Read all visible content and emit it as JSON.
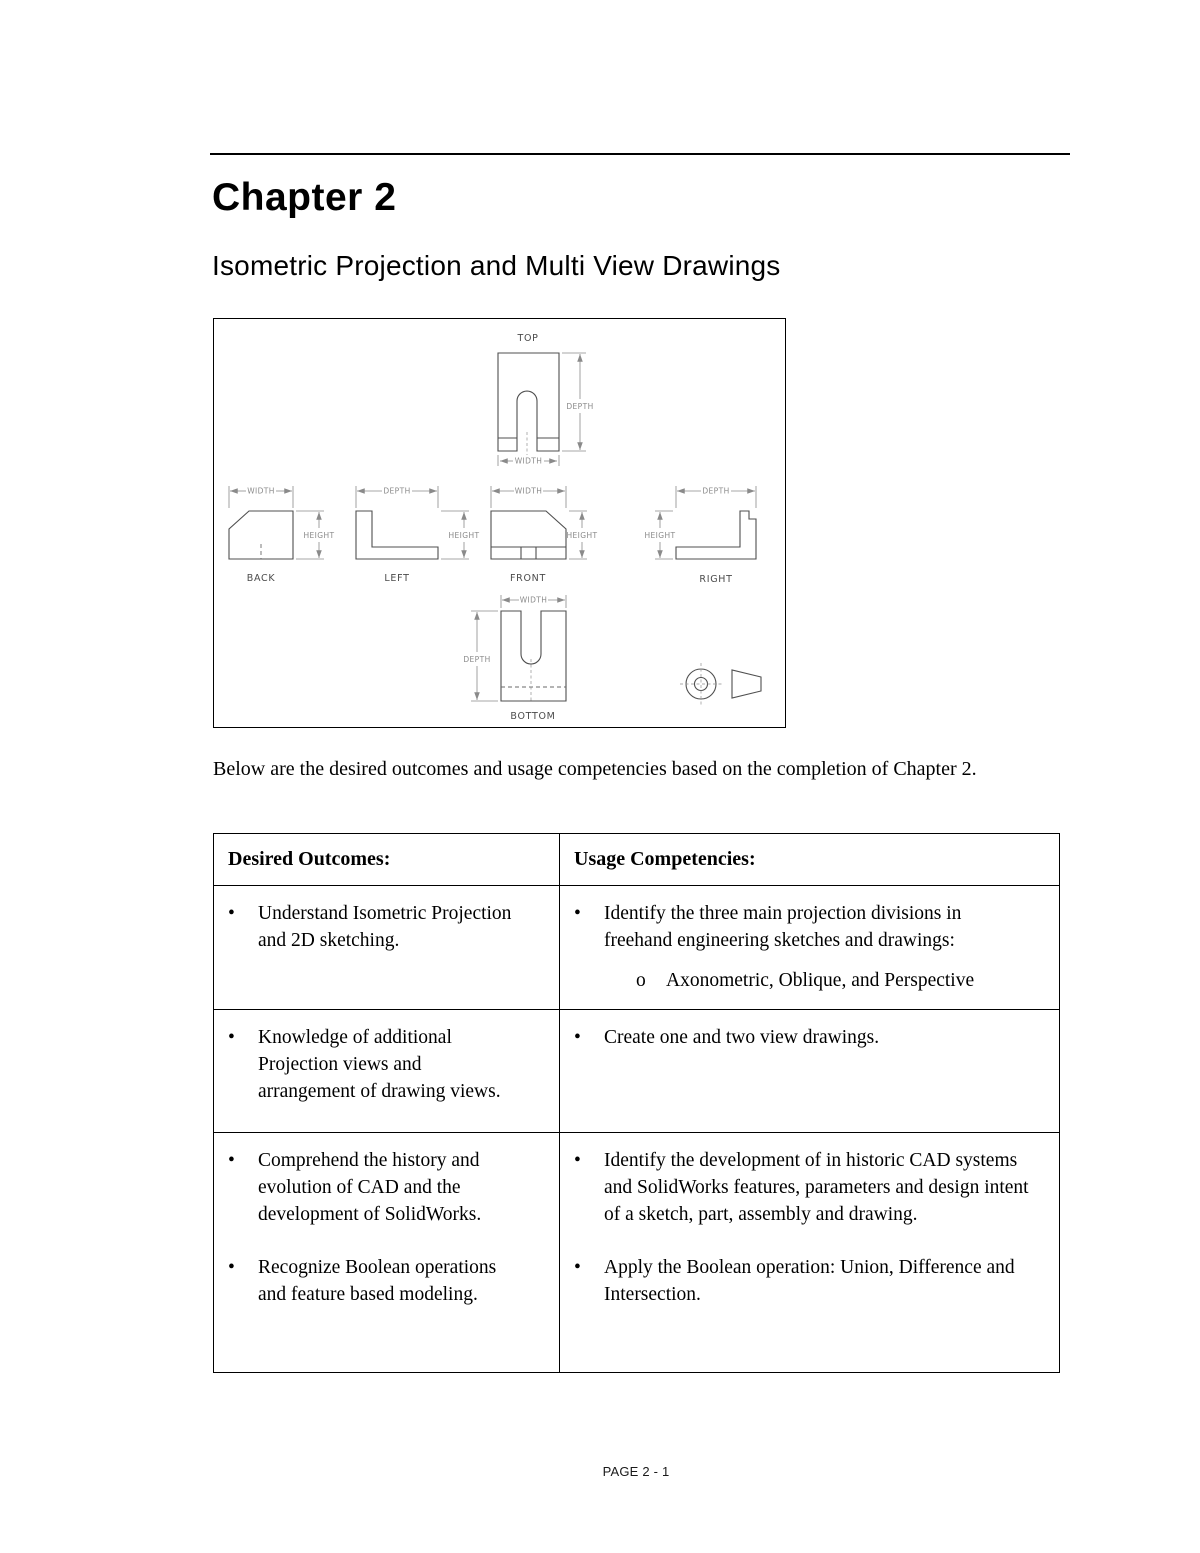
{
  "page": {
    "title": "Chapter 2",
    "subtitle": "Isometric Projection and Multi View Drawings",
    "intro": "Below are the desired outcomes and usage competencies based on the completion of Chapter 2.",
    "footer": "PAGE 2 - 1"
  },
  "marks": {
    "bullet": "•",
    "circle": "o"
  },
  "figure": {
    "labels": {
      "top": "TOP",
      "back": "BACK",
      "left": "LEFT",
      "front": "FRONT",
      "right": "RIGHT",
      "bottom": "BOTTOM",
      "width": "WIDTH",
      "depth": "DEPTH",
      "height": "HEIGHT"
    }
  },
  "table": {
    "headers": [
      "Desired Outcomes:",
      "Usage Competencies:"
    ],
    "rows": [
      {
        "left1": "Understand Isometric Projection and 2D sketching.",
        "right1": "Identify the three main projection divisions in freehand engineering sketches and drawings:",
        "right1_sub": "Axonometric, Oblique, and Perspective"
      },
      {
        "left1": "Knowledge of additional Projection views and arrangement of drawing views.",
        "right1": "Create one and two view drawings."
      },
      {
        "left1": "Comprehend the history and evolution of CAD and the development of SolidWorks.",
        "left2": "Recognize Boolean operations and feature based modeling.",
        "right1": "Identify the development of in historic CAD systems and SolidWorks features, parameters and design intent of a sketch, part, assembly and drawing.",
        "right2": "Apply the Boolean operation: Union, Difference and Intersection."
      }
    ]
  }
}
